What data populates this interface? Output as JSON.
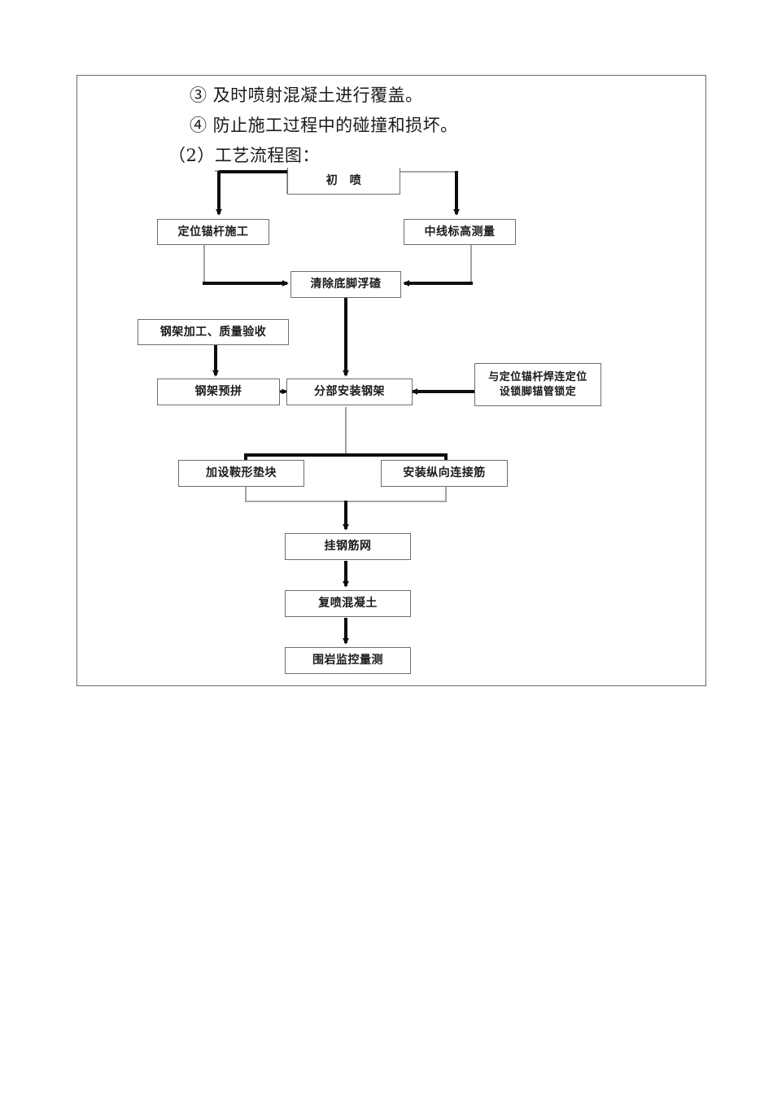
{
  "document": {
    "intro_lines": [
      "③ 及时喷射混凝土进行覆盖。",
      "④ 防止施工过程中的碰撞和损坏。",
      "（2）工艺流程图："
    ]
  },
  "flowchart": {
    "title": "工艺流程图",
    "nodes": [
      {
        "id": "chu-pen",
        "label": "初　喷"
      },
      {
        "id": "dingwei-maogan",
        "label": "定位锚杆施工"
      },
      {
        "id": "zhongxian-biaogao",
        "label": "中线标高测量"
      },
      {
        "id": "qingchu-dijiao",
        "label": "清除底脚浮碴"
      },
      {
        "id": "gangjia-jiagong",
        "label": "钢架加工、质量验收"
      },
      {
        "id": "gangjia-yupin",
        "label": "钢架预拼"
      },
      {
        "id": "fenbu-anzhuang",
        "label": "分部安装钢架"
      },
      {
        "id": "yu-dingwei-maogan",
        "label_line1": "与定位锚杆焊连定位",
        "label_line2": "设锁脚锚管锁定"
      },
      {
        "id": "jiashe-anxing",
        "label": "加设鞍形垫块"
      },
      {
        "id": "anzhuang-zongxiang",
        "label": "安装纵向连接筋"
      },
      {
        "id": "gua-gangjinwang",
        "label": "挂钢筋网"
      },
      {
        "id": "fupen-hunningtu",
        "label": "复喷混凝土"
      },
      {
        "id": "weiyan-jiankong",
        "label": "围岩监控量测"
      }
    ],
    "edges": [
      {
        "from": "chu-pen",
        "to": "dingwei-maogan"
      },
      {
        "from": "chu-pen",
        "to": "zhongxian-biaogao"
      },
      {
        "from": "dingwei-maogan",
        "to": "qingchu-dijiao"
      },
      {
        "from": "zhongxian-biaogao",
        "to": "qingchu-dijiao"
      },
      {
        "from": "qingchu-dijiao",
        "to": "fenbu-anzhuang"
      },
      {
        "from": "gangjia-jiagong",
        "to": "gangjia-yupin"
      },
      {
        "from": "gangjia-yupin",
        "to": "fenbu-anzhuang"
      },
      {
        "from": "yu-dingwei-maogan",
        "to": "fenbu-anzhuang"
      },
      {
        "from": "fenbu-anzhuang",
        "to": "jiashe-anxing"
      },
      {
        "from": "fenbu-anzhuang",
        "to": "anzhuang-zongxiang"
      },
      {
        "from": "jiashe-anxing",
        "to": "gua-gangjinwang"
      },
      {
        "from": "anzhuang-zongxiang",
        "to": "gua-gangjinwang"
      },
      {
        "from": "gua-gangjinwang",
        "to": "fupen-hunningtu"
      },
      {
        "from": "fupen-hunningtu",
        "to": "weiyan-jiankong"
      }
    ],
    "colors": {
      "box_border": "#6e6e6e",
      "connector_thick": "#0d0d0d",
      "connector_thin": "#8a8a8a",
      "text": "#1b1b1b",
      "page_border": "#6b6b6b"
    }
  }
}
